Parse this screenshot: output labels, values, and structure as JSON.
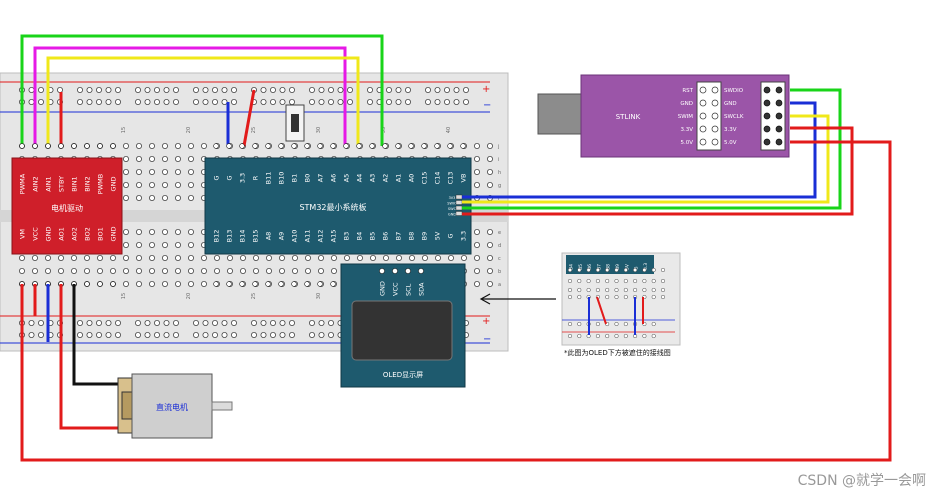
{
  "motor_driver": {
    "title": "电机驱动",
    "top_pins": [
      "PWMA",
      "AIN2",
      "AIN1",
      "STBY",
      "BIN1",
      "BIN2",
      "PWMB",
      "GND"
    ],
    "bottom_pins": [
      "VM",
      "VCC",
      "GND",
      "AO1",
      "AO2",
      "BO2",
      "BO1",
      "GND"
    ]
  },
  "stm32": {
    "title": "STM32最小系统板",
    "top_pins": [
      "G",
      "G",
      "3.3",
      "R",
      "B11",
      "B10",
      "B1",
      "B0",
      "A7",
      "A6",
      "A5",
      "A4",
      "A3",
      "A2",
      "A1",
      "A0",
      "C15",
      "C14",
      "C13",
      "VB"
    ],
    "bottom_pins": [
      "B12",
      "B13",
      "B14",
      "B15",
      "A8",
      "A9",
      "A10",
      "A11",
      "A12",
      "A15",
      "B3",
      "B4",
      "B5",
      "B6",
      "B7",
      "B8",
      "B9",
      "5V",
      "G",
      "3.3"
    ],
    "side_pins": [
      "3V3",
      "SWIO",
      "SWC",
      "GND"
    ]
  },
  "oled": {
    "pins": [
      "GND",
      "VCC",
      "SCL",
      "SDA"
    ],
    "caption": "OLED显示屏"
  },
  "motor": {
    "label": "直流电机"
  },
  "stlink": {
    "label": "STLINK",
    "left_pins": [
      "RST",
      "GND",
      "SWIM",
      "3.3V",
      "5.0V"
    ],
    "right_pins": [
      "SWDIO",
      "GND",
      "SWCLK",
      "3.3V",
      "5.0V"
    ]
  },
  "breadboard": {
    "col_labels": [
      "15",
      "20",
      "25",
      "30",
      "35",
      "40"
    ],
    "row_labels": [
      "j",
      "i",
      "h",
      "g",
      "f",
      "e",
      "d",
      "c",
      "b",
      "a"
    ]
  },
  "inset": {
    "pins": [
      "B4",
      "B5",
      "B6",
      "B7",
      "B8",
      "B9",
      "5V",
      "G",
      "3.3"
    ],
    "caption": "*此图为OLED下方被遮住的接线图"
  },
  "watermark": "CSDN @就学一会啊",
  "colors": {
    "board": "#1e5a6e",
    "driver": "#cf1f2a",
    "stlink": "#9b55a8",
    "wire_red": "#e21b1b",
    "wire_blue": "#1a2ed6",
    "wire_green": "#19d419",
    "wire_yellow": "#f0e81a",
    "wire_magenta": "#e619e6",
    "wire_black": "#111111"
  }
}
